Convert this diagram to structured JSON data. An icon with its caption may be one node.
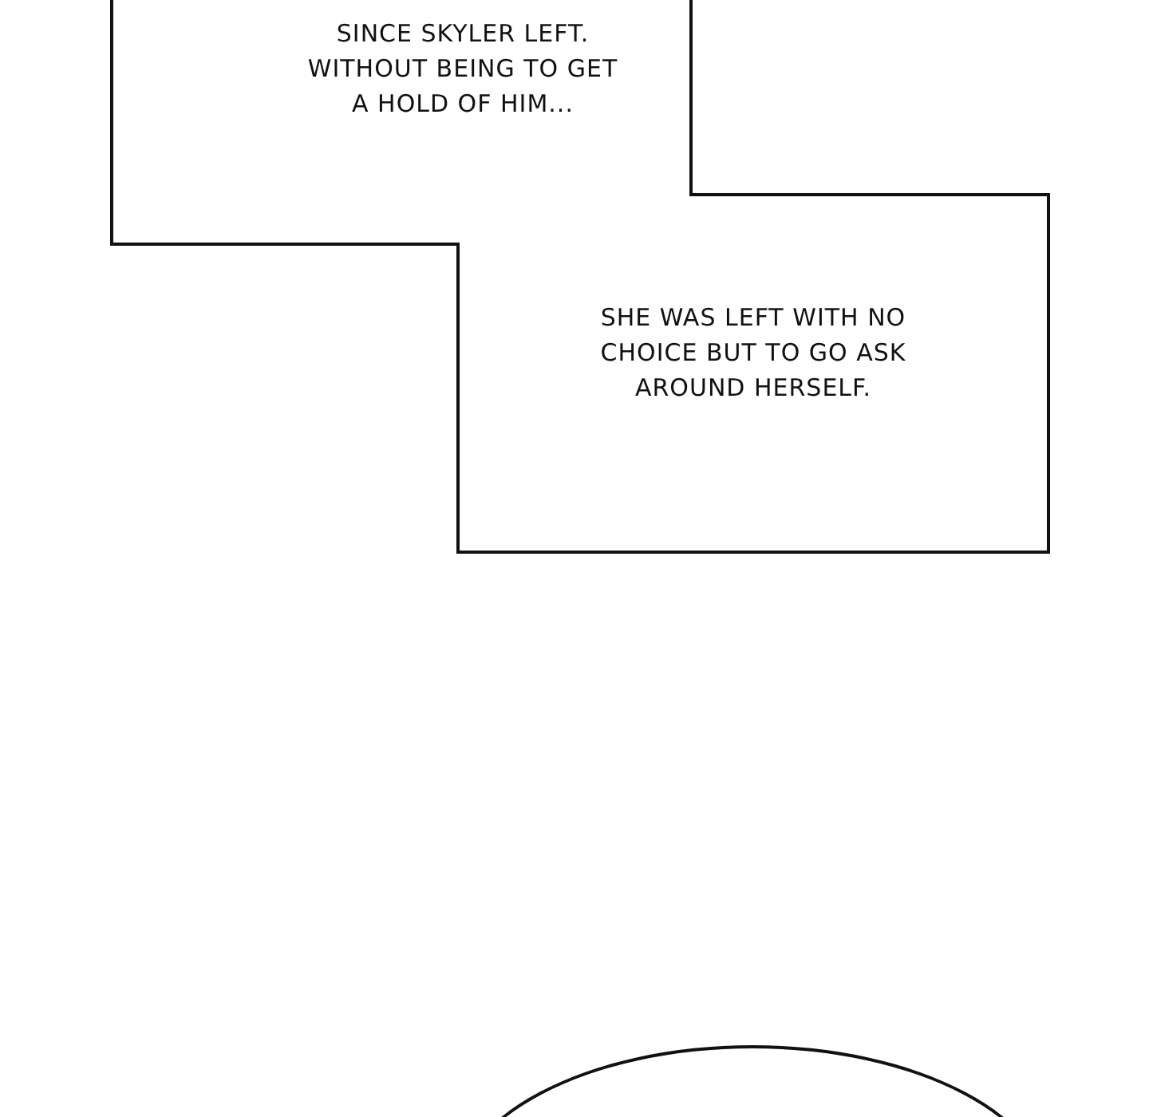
{
  "diagram": {
    "nodes": [
      {
        "text": [
          "SINCE SKYLER LEFT. WITHOUT BEING TO GET A HOLD OF HIM..."
        ]
      },
      {
        "text": [
          "SHE WAS LEFT WITH NO CHOICE BUT TO GO ASK AROUND HERSELF."
        ]
      },
      {
        "text": [],
        "shape": "ellipse"
      }
    ],
    "edges": []
  }
}
